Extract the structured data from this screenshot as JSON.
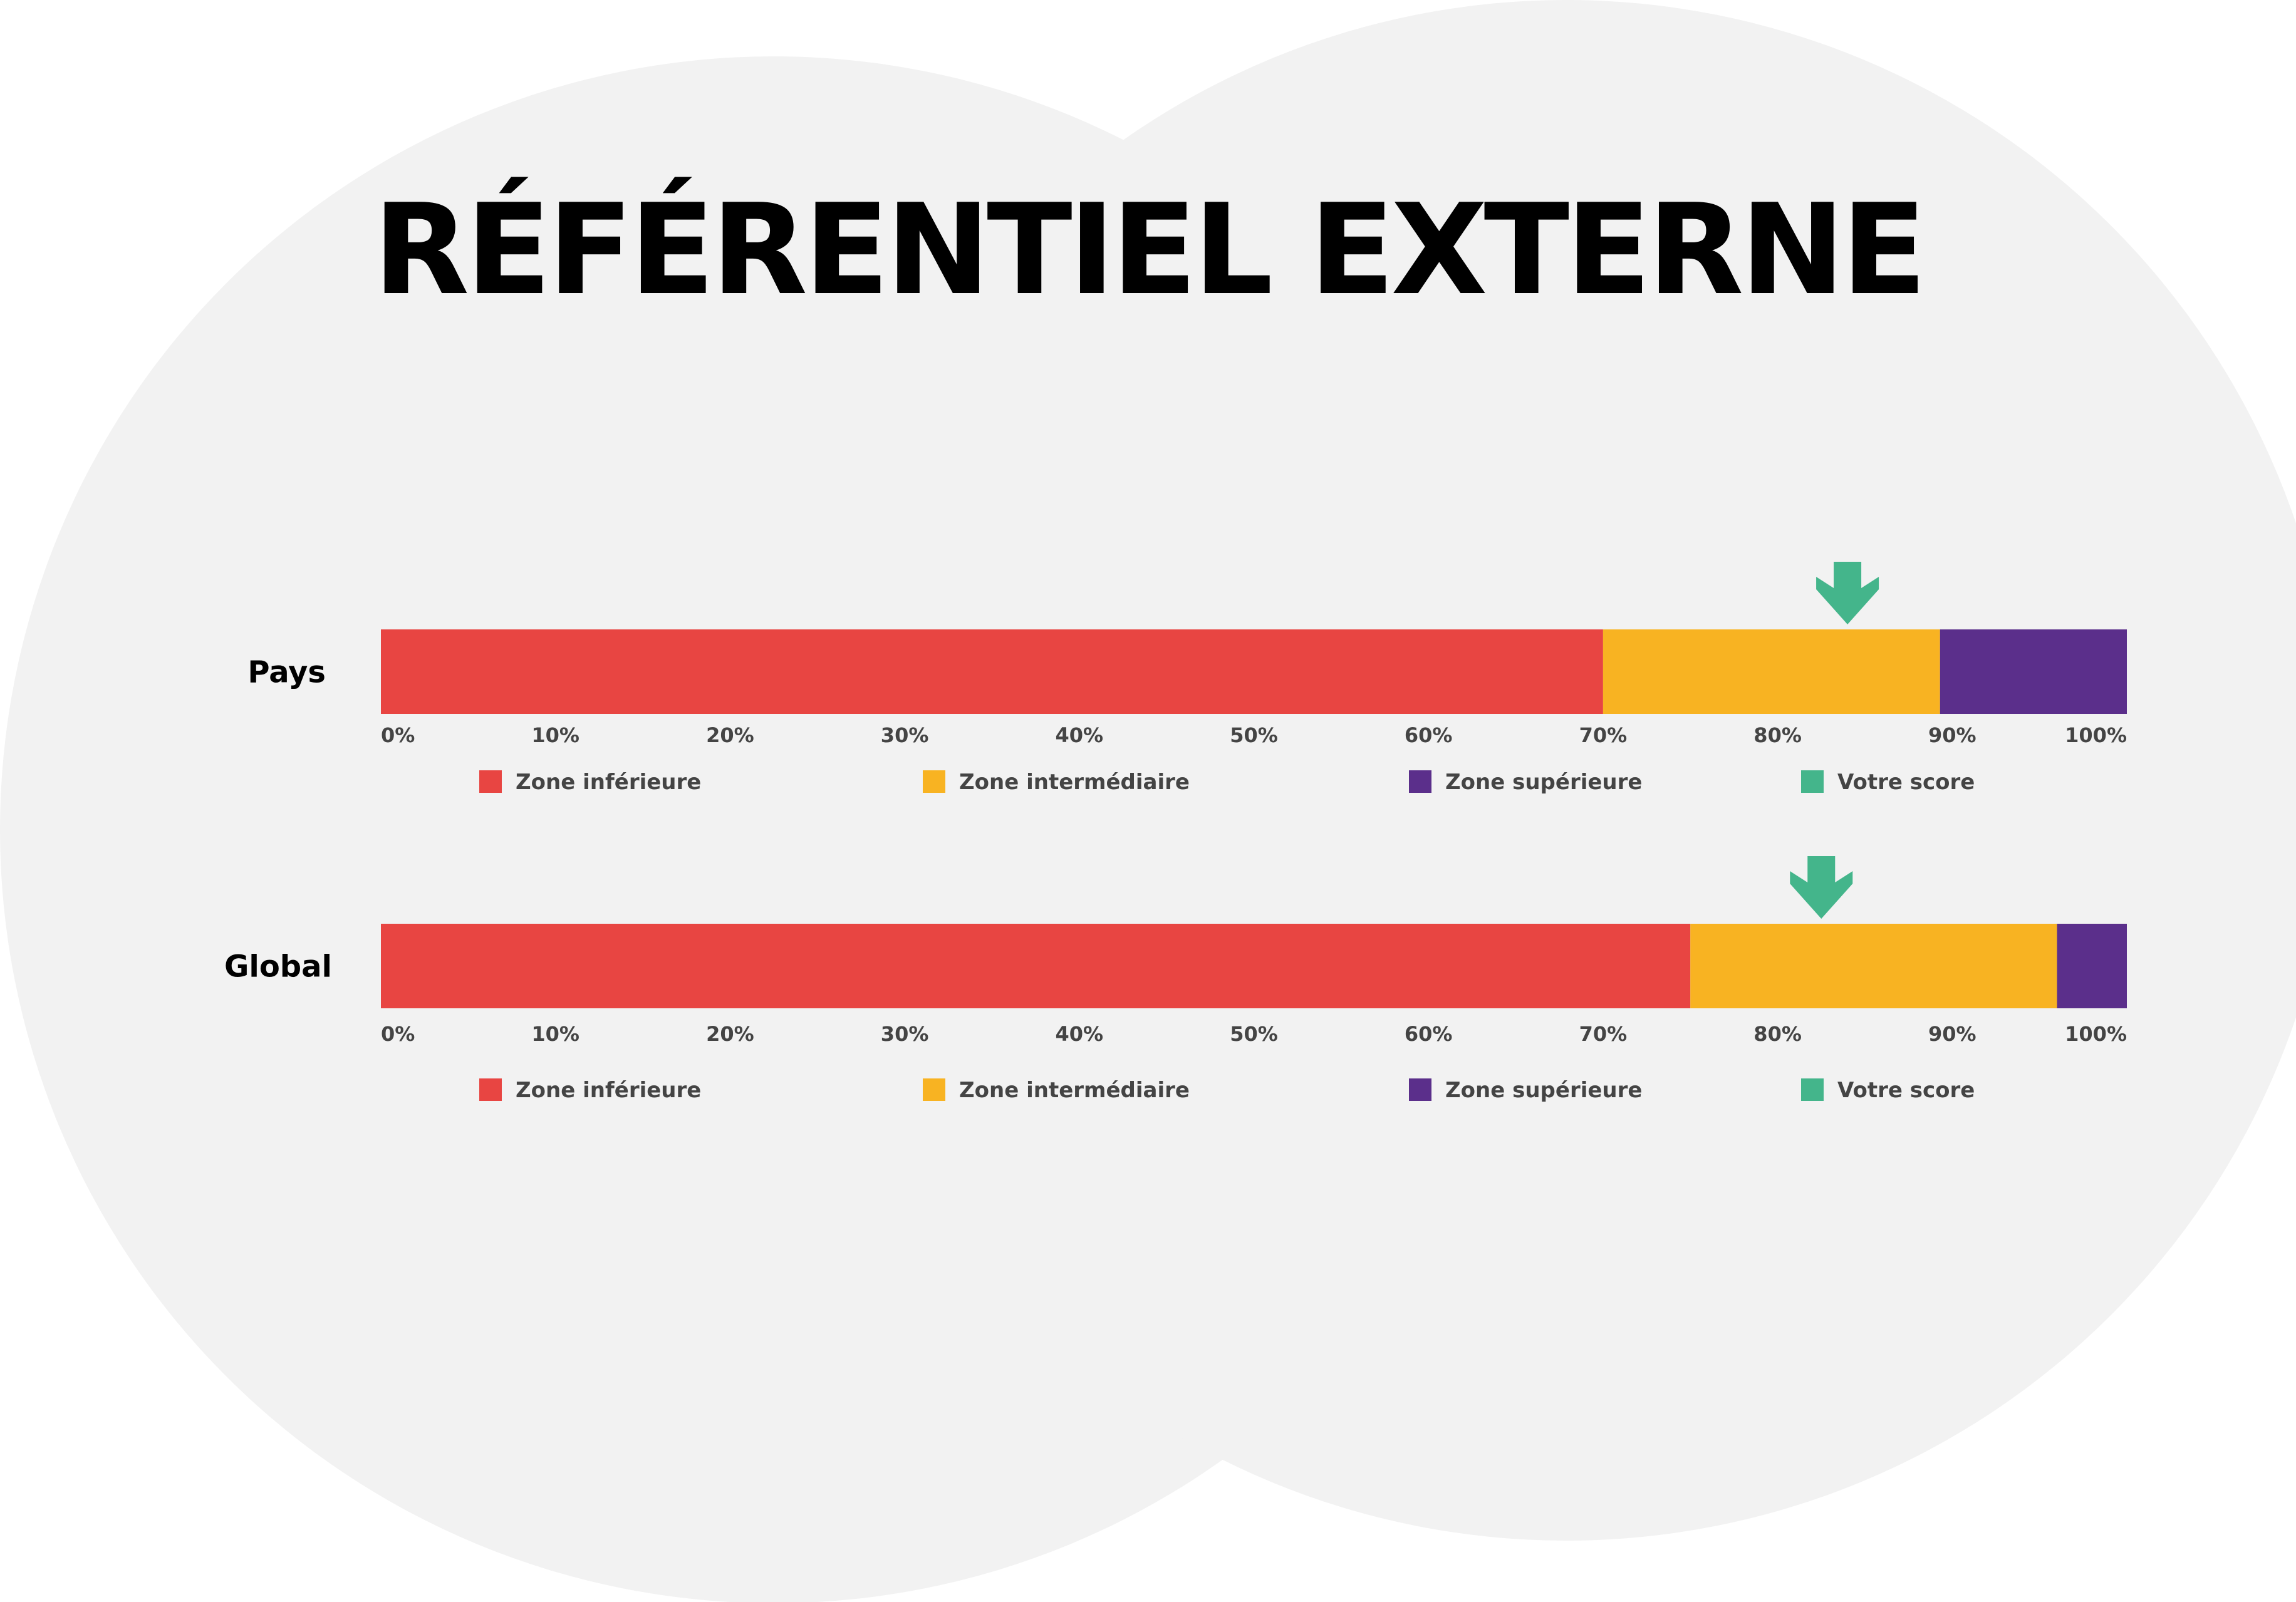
{
  "page": {
    "title": "RÉFÉRENTIEL EXTERNE"
  },
  "colors": {
    "background_shape": "#f2f2f2",
    "zone_inferieure": "#e84542",
    "zone_intermediaire": "#f8b322",
    "zone_superieure": "#5b2f8b",
    "votre_score": "#44b58b"
  },
  "chart_data": [
    {
      "type": "bar",
      "orientation": "horizontal-stacked",
      "category": "Pays",
      "xlim": [
        0,
        100
      ],
      "ticks": [
        "0%",
        "10%",
        "20%",
        "30%",
        "40%",
        "50%",
        "60%",
        "70%",
        "80%",
        "90%",
        "100%"
      ],
      "series": [
        {
          "name": "Zone inférieure",
          "value": 70
        },
        {
          "name": "Zone intermédiaire",
          "value": 19.3
        },
        {
          "name": "Zone supérieure",
          "value": 10.7
        }
      ],
      "score": 84,
      "score_label": "Votre score",
      "legend": [
        "Zone inférieure",
        "Zone intermédiaire",
        "Zone supérieure",
        "Votre score"
      ]
    },
    {
      "type": "bar",
      "orientation": "horizontal-stacked",
      "category": "Global",
      "xlim": [
        0,
        100
      ],
      "ticks": [
        "0%",
        "10%",
        "20%",
        "30%",
        "40%",
        "50%",
        "60%",
        "70%",
        "80%",
        "90%",
        "100%"
      ],
      "series": [
        {
          "name": "Zone inférieure",
          "value": 75
        },
        {
          "name": "Zone intermédiaire",
          "value": 21
        },
        {
          "name": "Zone supérieure",
          "value": 7
        }
      ],
      "score": 82.5,
      "score_label": "Votre score",
      "legend": [
        "Zone inférieure",
        "Zone intermédiaire",
        "Zone supérieure",
        "Votre score"
      ]
    }
  ]
}
